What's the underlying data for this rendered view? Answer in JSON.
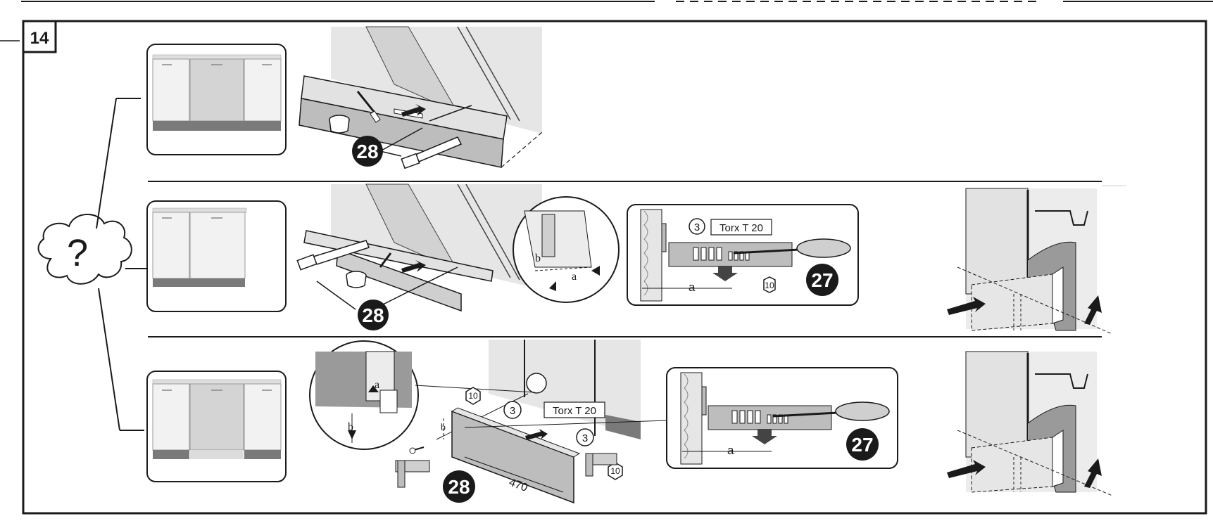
{
  "step": {
    "number": "14"
  },
  "decision": {
    "symbol": "?"
  },
  "rows": [
    {
      "id": "row-1",
      "callouts": [
        "28"
      ]
    },
    {
      "id": "row-2",
      "callouts": [
        "28",
        "27"
      ],
      "dimension_labels": [
        "b",
        "a"
      ],
      "detail": {
        "screw_ref": "3",
        "tool_label": "Torx T 20",
        "dimension_label": "a",
        "nut_ref": "10"
      }
    },
    {
      "id": "row-3",
      "callouts": [
        "28",
        "27"
      ],
      "dimension_labels": [
        "a",
        "b",
        "b"
      ],
      "parts": {
        "nut_ref_left": "10",
        "screw_ref_left": "3",
        "tool_label": "Torx T 20",
        "screw_ref_right": "3",
        "nut_ref_right": "10",
        "length": "470"
      },
      "detail": {
        "dimension_label": "a"
      }
    }
  ],
  "colors": {
    "line": "#1a1a1a",
    "panel_light": "#e6e6e6",
    "panel_mid": "#cfcfcf",
    "plinth_dark": "#7a7a7a",
    "callout_bg": "#1a1a1a",
    "callout_text": "#ffffff"
  },
  "icons": [
    "question-cloud-icon",
    "paintbrush-icon",
    "paint-pot-icon",
    "saw-icon",
    "screwdriver-icon",
    "arrow-icon",
    "hex-nut-icon",
    "screw-icon"
  ]
}
